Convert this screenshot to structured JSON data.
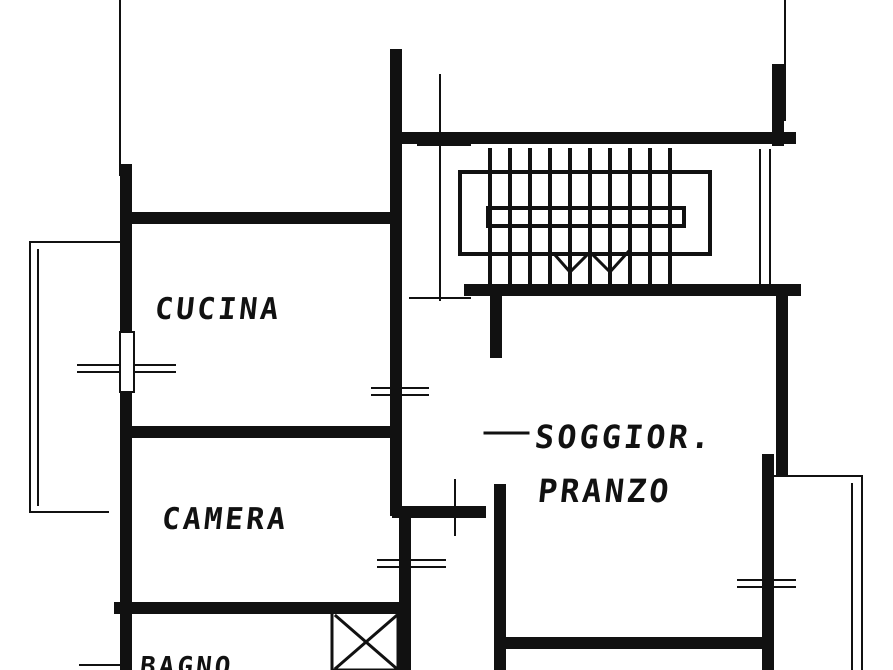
{
  "rooms": {
    "kitchen": "CUCINA",
    "bedroom": "CAMERA",
    "living": "SOGGIOR.",
    "dining": "PRANZO",
    "bath": "BAGNO"
  },
  "colors": {
    "ink": "#111111",
    "paper": "#ffffff"
  }
}
